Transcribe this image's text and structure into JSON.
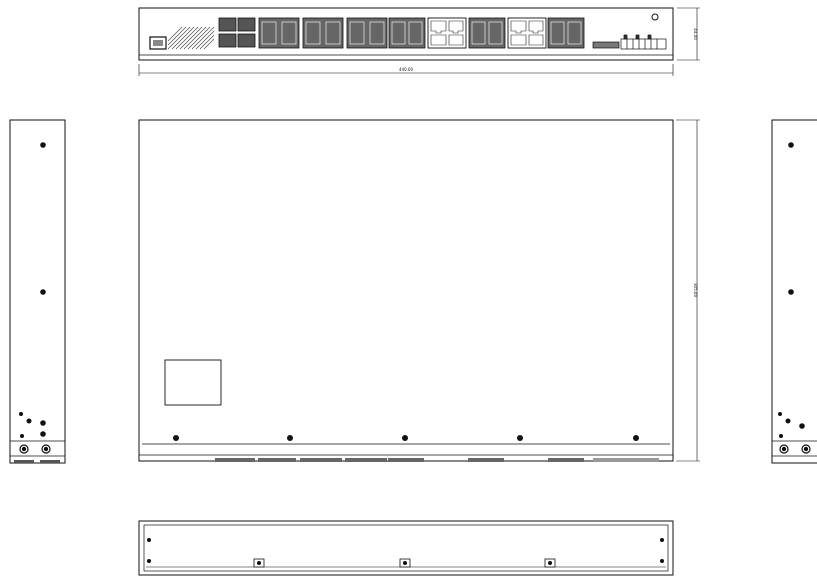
{
  "dimensions": {
    "front_width": "440.00",
    "front_height": "44.00",
    "top_depth": "305.00"
  },
  "colors": {
    "line": "#111111",
    "port_fill": "#555555",
    "rj45_fill": "#ffffff",
    "hatch": "#444444",
    "screw": "#111111"
  },
  "icons": {
    "console_port": "console-port-icon",
    "rj45_port": "rj45-port-icon",
    "sfp_port": "sfp-port-icon",
    "screw": "screw-icon"
  }
}
